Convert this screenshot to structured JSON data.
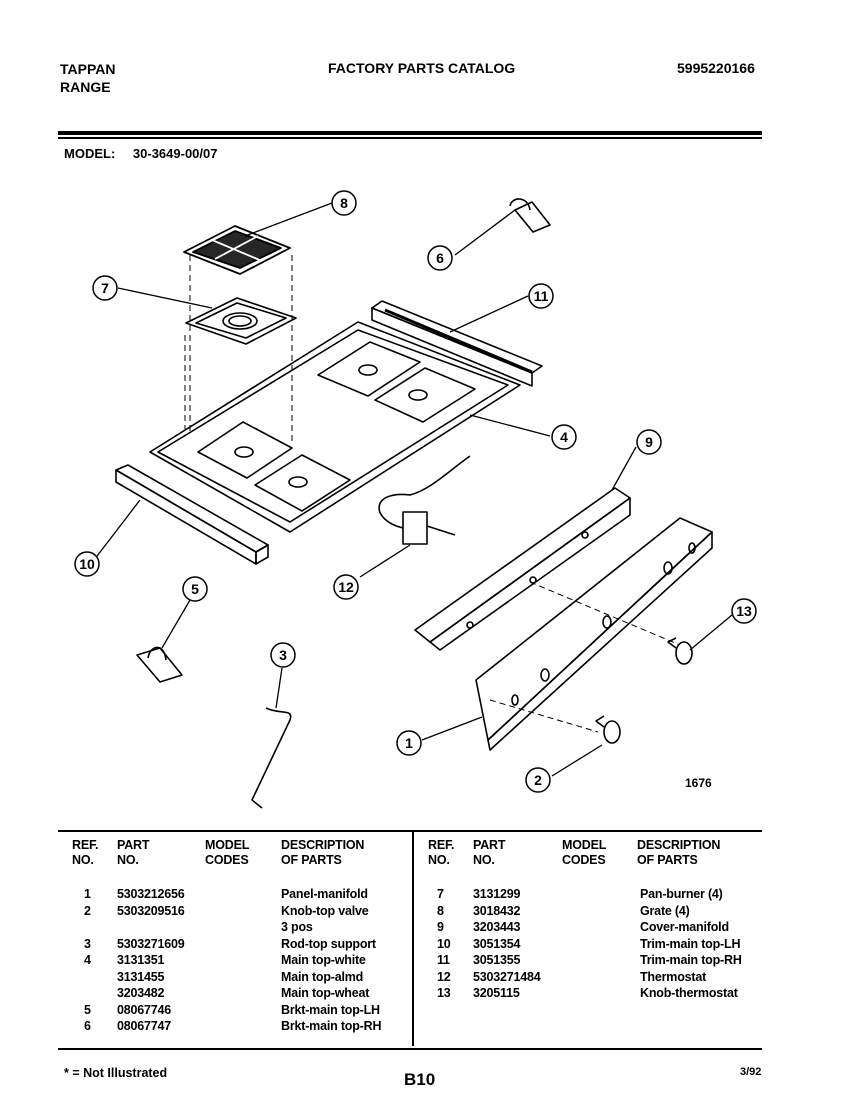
{
  "header": {
    "brand_line1": "TAPPAN",
    "brand_line2": "RANGE",
    "catalog_title": "FACTORY PARTS CATALOG",
    "catalog_number": "5995220166"
  },
  "model": {
    "label": "MODEL:",
    "value": "30-3649-00/07"
  },
  "diagram": {
    "callouts": [
      "1",
      "2",
      "3",
      "4",
      "5",
      "6",
      "7",
      "8",
      "9",
      "10",
      "11",
      "12",
      "13"
    ],
    "figure_number": "1676"
  },
  "table": {
    "headers": {
      "ref": "REF.\nNO.",
      "part": "PART\nNO.",
      "model": "MODEL\nCODES",
      "desc": "DESCRIPTION\nOF PARTS"
    },
    "left_rows": [
      {
        "ref": "1",
        "part": "5303212656",
        "desc": "Panel-manifold"
      },
      {
        "ref": "2",
        "part": "5303209516",
        "desc": "Knob-top valve"
      },
      {
        "ref": "",
        "part": "",
        "desc": "3 pos"
      },
      {
        "ref": "3",
        "part": "5303271609",
        "desc": "Rod-top support"
      },
      {
        "ref": "4",
        "part": "3131351",
        "desc": "Main top-white"
      },
      {
        "ref": "",
        "part": "3131455",
        "desc": "Main top-almd"
      },
      {
        "ref": "",
        "part": "3203482",
        "desc": "Main top-wheat"
      },
      {
        "ref": "5",
        "part": "08067746",
        "desc": "Brkt-main top-LH"
      },
      {
        "ref": "6",
        "part": "08067747",
        "desc": "Brkt-main top-RH"
      }
    ],
    "right_rows": [
      {
        "ref": "7",
        "part": "3131299",
        "desc": "Pan-burner (4)"
      },
      {
        "ref": "8",
        "part": "3018432",
        "desc": "Grate (4)"
      },
      {
        "ref": "9",
        "part": "3203443",
        "desc": "Cover-manifold"
      },
      {
        "ref": "10",
        "part": "3051354",
        "desc": "Trim-main top-LH"
      },
      {
        "ref": "11",
        "part": "3051355",
        "desc": "Trim-main top-RH"
      },
      {
        "ref": "12",
        "part": "5303271484",
        "desc": "Thermostat"
      },
      {
        "ref": "13",
        "part": "3205115",
        "desc": "Knob-thermostat"
      }
    ]
  },
  "footer": {
    "note": "* = Not Illustrated",
    "page": "B10",
    "date": "3/92"
  }
}
